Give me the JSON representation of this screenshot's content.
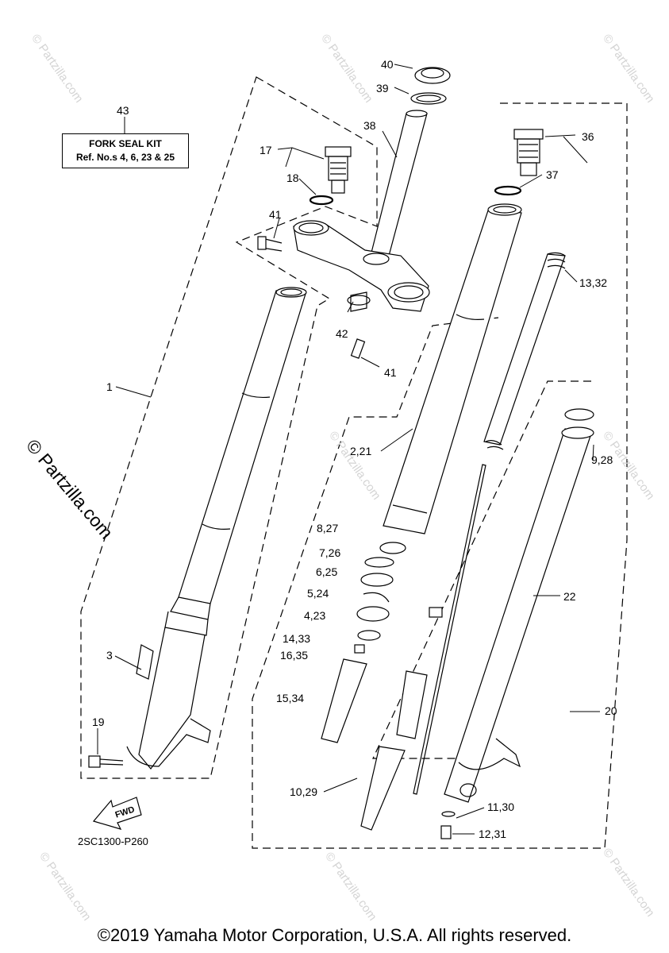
{
  "kit": {
    "title": "FORK SEAL KIT",
    "refs": "Ref. No.s 4, 6, 23 & 25"
  },
  "labels": [
    {
      "id": "43",
      "text": "43"
    },
    {
      "id": "40",
      "text": "40"
    },
    {
      "id": "39",
      "text": "39"
    },
    {
      "id": "38",
      "text": "38"
    },
    {
      "id": "36",
      "text": "36"
    },
    {
      "id": "37",
      "text": "37"
    },
    {
      "id": "17",
      "text": "17"
    },
    {
      "id": "18",
      "text": "18"
    },
    {
      "id": "41a",
      "text": "41"
    },
    {
      "id": "41b",
      "text": "41"
    },
    {
      "id": "42",
      "text": "42"
    },
    {
      "id": "13_32",
      "text": "13,32"
    },
    {
      "id": "1",
      "text": "1"
    },
    {
      "id": "2_21",
      "text": "2,21"
    },
    {
      "id": "9_28",
      "text": "9,28"
    },
    {
      "id": "8_27",
      "text": "8,27"
    },
    {
      "id": "7_26",
      "text": "7,26"
    },
    {
      "id": "6_25",
      "text": "6,25"
    },
    {
      "id": "5_24",
      "text": "5,24"
    },
    {
      "id": "4_23",
      "text": "4,23"
    },
    {
      "id": "14_33",
      "text": "14,33"
    },
    {
      "id": "16_35",
      "text": "16,35"
    },
    {
      "id": "15_34",
      "text": "15,34"
    },
    {
      "id": "22",
      "text": "22"
    },
    {
      "id": "3",
      "text": "3"
    },
    {
      "id": "20",
      "text": "20"
    },
    {
      "id": "19",
      "text": "19"
    },
    {
      "id": "10_29",
      "text": "10,29"
    },
    {
      "id": "11_30",
      "text": "11,30"
    },
    {
      "id": "12_31",
      "text": "12,31"
    }
  ],
  "fwd_text": "FWD",
  "diagram_code": "2SC1300-P260",
  "watermark": "© Partzilla.com",
  "copyright": "©2019 Yamaha Motor Corporation, U.S.A. All rights reserved."
}
